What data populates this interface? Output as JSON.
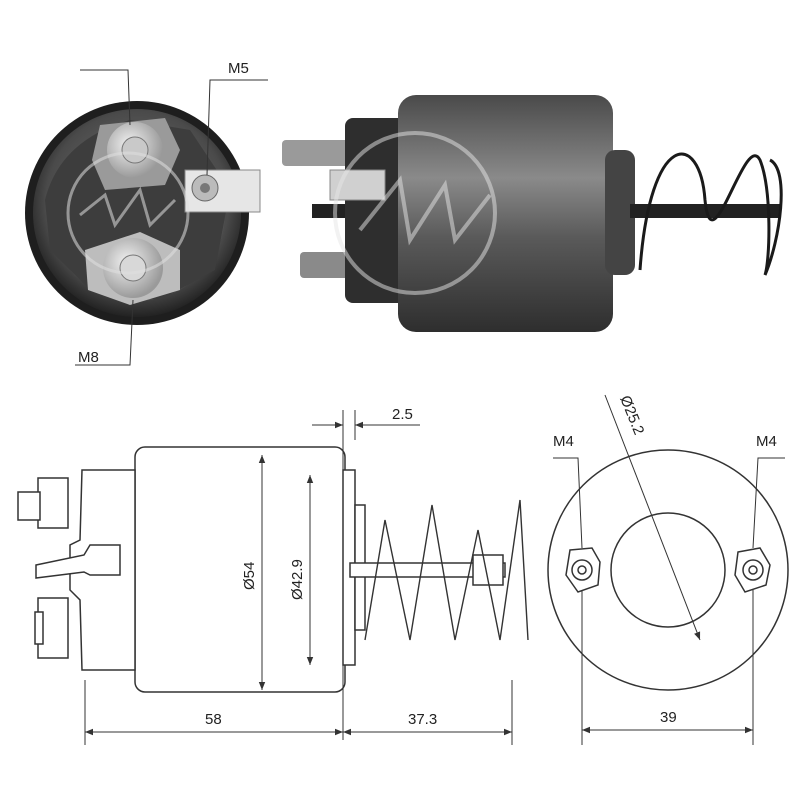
{
  "colors": {
    "line": "#333333",
    "metal_dark": "#3a3a3a",
    "metal_mid": "#6e6e6e",
    "metal_light": "#bdbdbd",
    "terminal": "#d9d9d9",
    "watermark": "#9a9a9a"
  },
  "icons": [
    "solenoid-end-view-photo",
    "solenoid-side-view-photo",
    "spring-icon",
    "watermark-logo"
  ],
  "photo_labels": {
    "m5": "M5",
    "m8": "M8"
  },
  "side_view_dims": {
    "gap": "2.5",
    "outer_diameter": "Ø54",
    "inner_diameter": "Ø42.9",
    "body_length": "58",
    "plunger_length": "37.3"
  },
  "end_view_dims": {
    "bolt_circle": "Ø25.2",
    "left_thread": "M4",
    "right_thread": "M4",
    "width": "39"
  }
}
